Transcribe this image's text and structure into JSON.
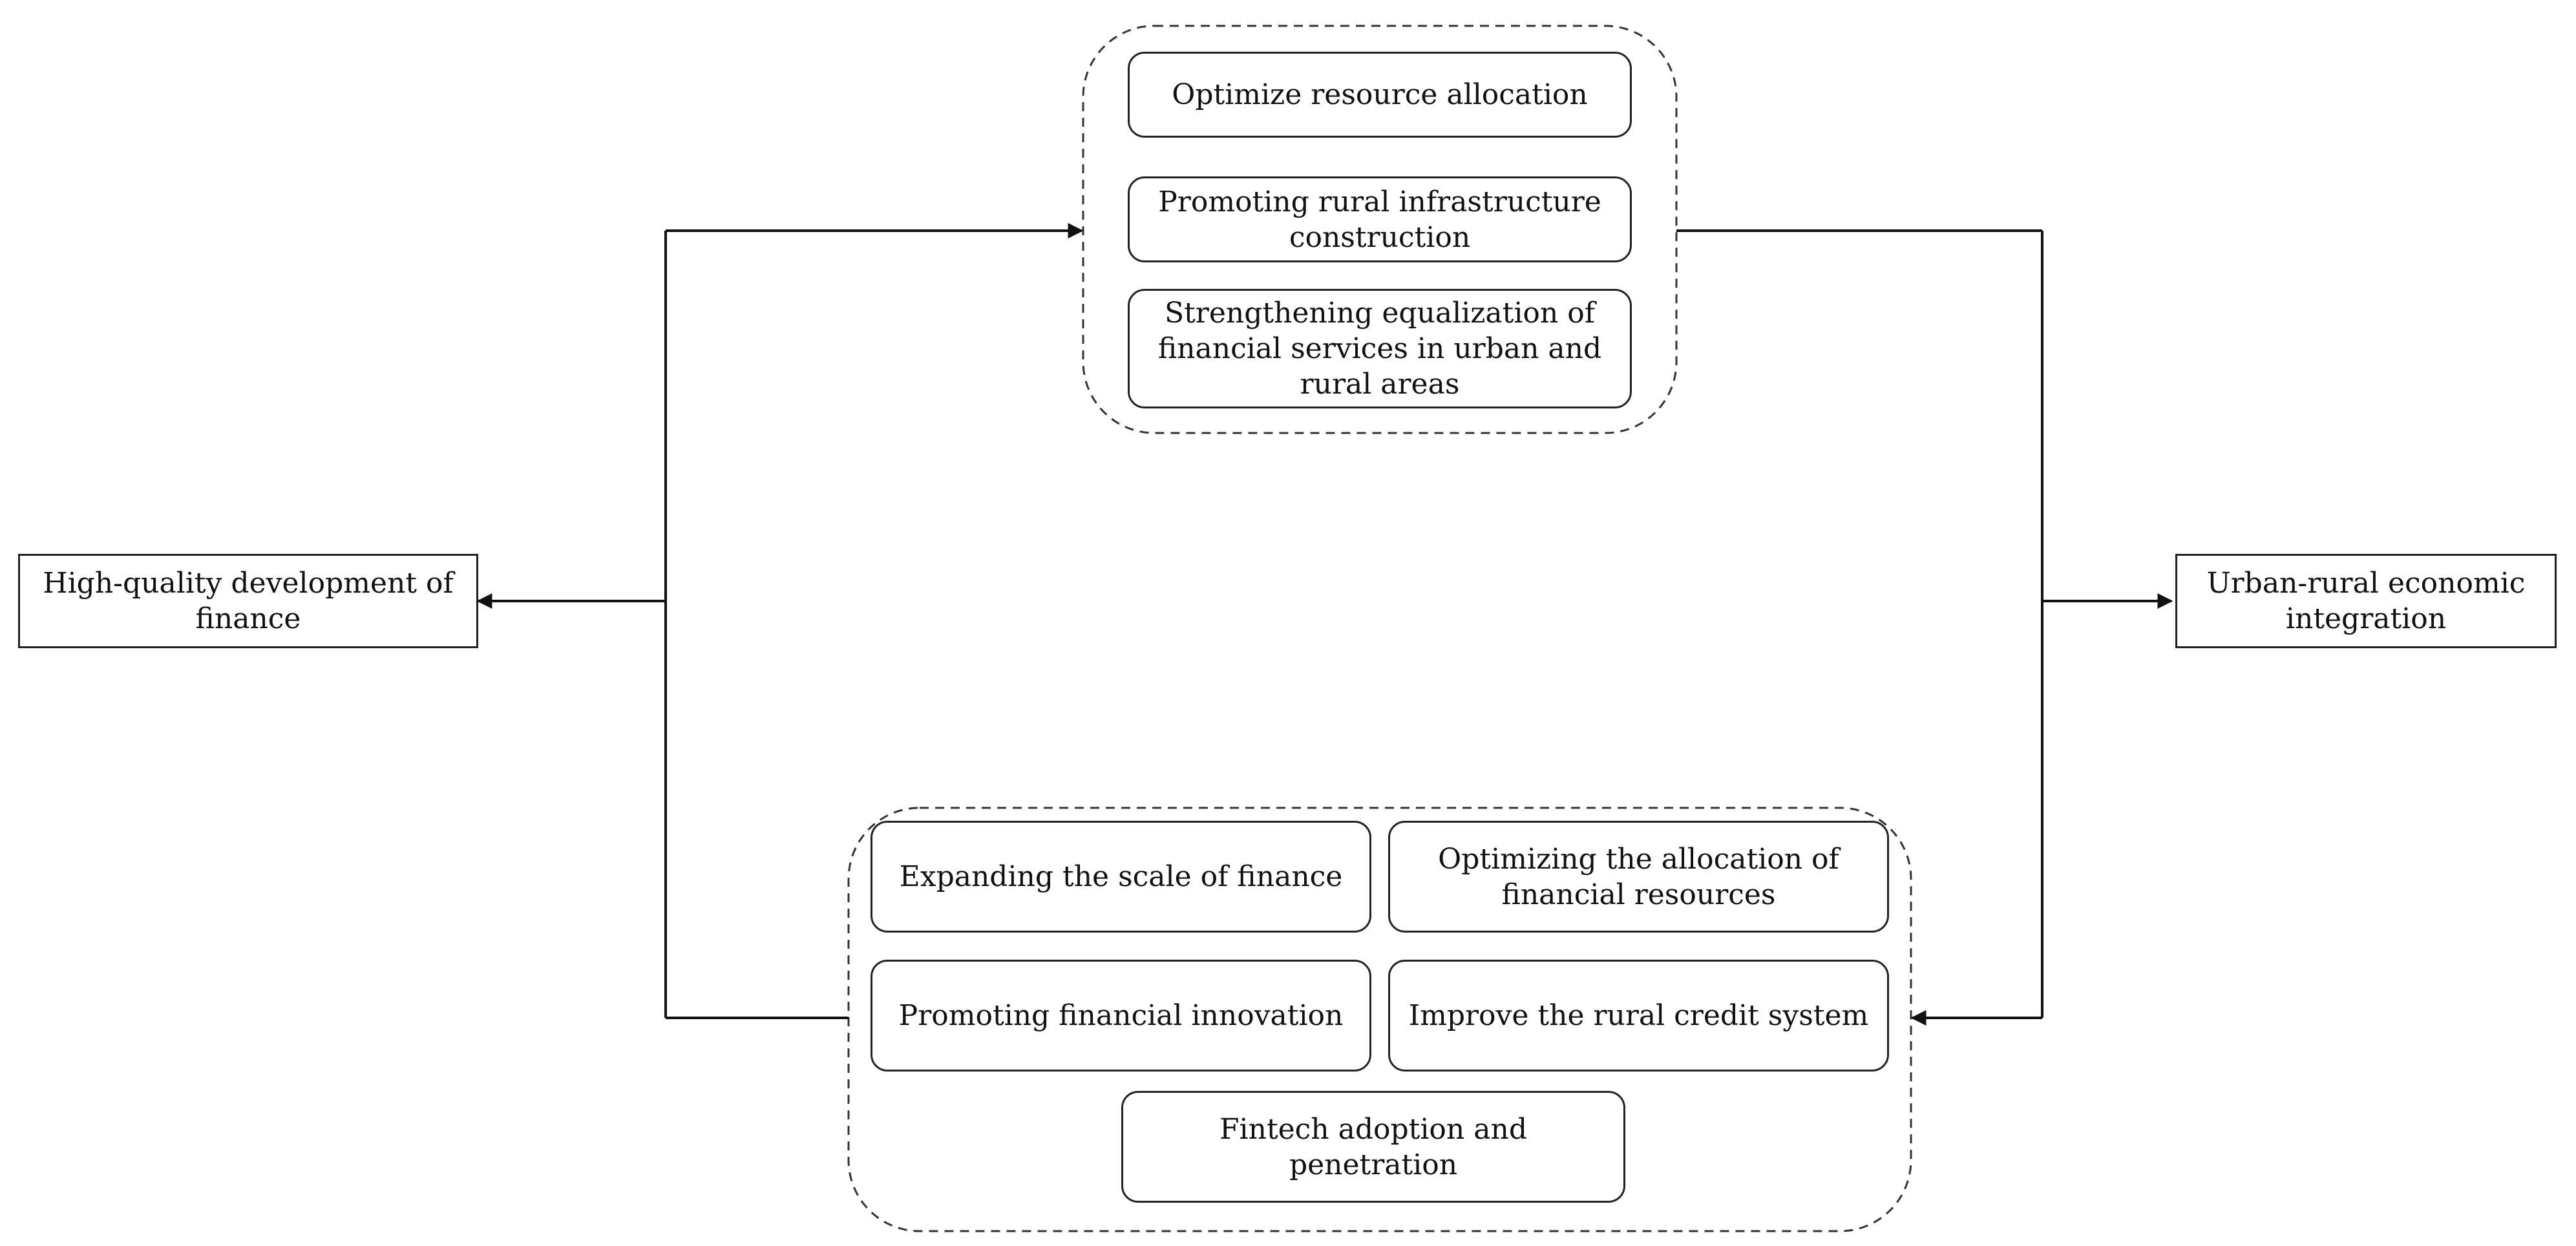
{
  "left_node": {
    "label": "High-quality development of finance"
  },
  "right_node": {
    "label": "Urban-rural economic integration"
  },
  "top_group": {
    "items": [
      "Optimize resource allocation",
      "Promoting rural infrastructure construction",
      "Strengthening equalization of financial services in urban and rural areas"
    ]
  },
  "bottom_group": {
    "items": [
      "Expanding the scale of finance",
      "Optimizing the allocation of financial resources",
      "Promoting financial innovation",
      "Improve the rural credit system",
      "Fintech adoption and penetration"
    ]
  }
}
